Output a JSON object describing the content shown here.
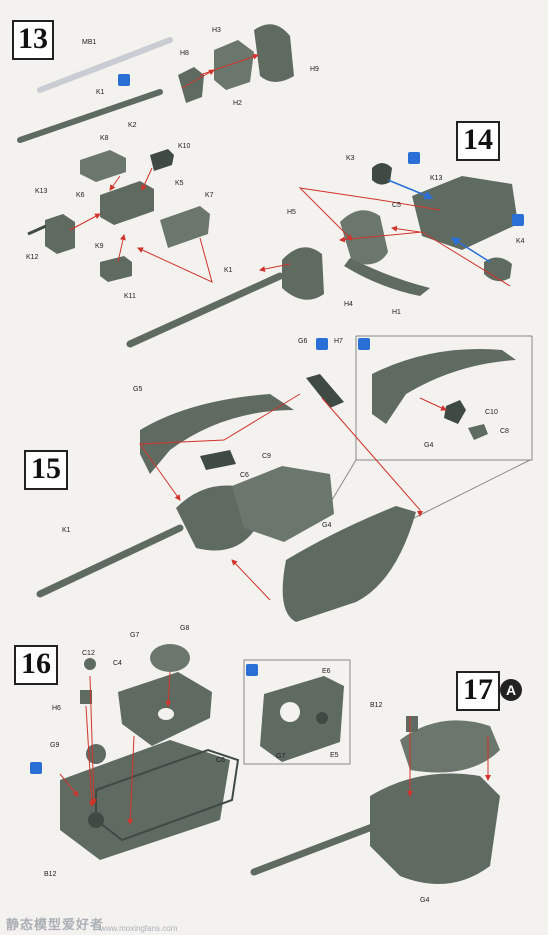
{
  "steps": {
    "s13": "13",
    "s14": "14",
    "s15": "15",
    "s16": "16",
    "s17": "17",
    "s17_badge": "A"
  },
  "labels": {
    "MB1": "MB1",
    "K1": "K1",
    "K2": "K2",
    "H8": "H8",
    "H3": "H3",
    "H2": "H2",
    "H9": "H9",
    "K8": "K8",
    "K10": "K10",
    "K6": "K6",
    "K5": "K5",
    "K7": "K7",
    "K9": "K9",
    "K11": "K11",
    "K13": "K13",
    "K12": "K12",
    "K3": "K3",
    "K13b": "K13",
    "C5": "C5",
    "H5": "H5",
    "K4": "K4",
    "K1b": "K1",
    "H4": "H4",
    "H1": "H1",
    "G6": "G6",
    "H7": "H7",
    "G5": "G5",
    "C10": "C10",
    "C8": "C8",
    "G4a": "G4",
    "C9": "C9",
    "C6": "C6",
    "K1c": "K1",
    "G4b": "G4",
    "G7": "G7",
    "G8": "G8",
    "C12": "C12",
    "C4": "C4",
    "H6": "H6",
    "G9": "G9",
    "C6b": "C6",
    "B12": "B12",
    "E6": "E6",
    "G7b": "G7",
    "E5": "E5",
    "B12b": "B12",
    "G4c": "G4"
  },
  "colors": {
    "part": "#5f6b61",
    "part_light": "#7d887f",
    "arrow": "#d0342c",
    "blue": "#2a6fd6"
  },
  "watermark": {
    "text": "静态模型爱好者",
    "url": "www.moxingfans.com"
  }
}
